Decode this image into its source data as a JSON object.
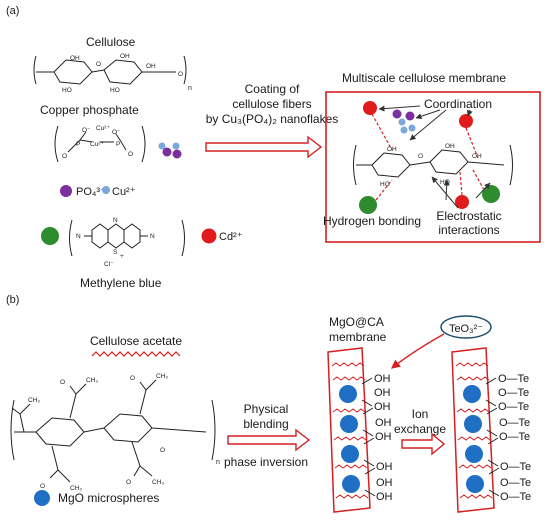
{
  "panel_a": {
    "label": "(a)",
    "cellulose_label": "Cellulose",
    "copper_phosphate_label": "Copper phosphate",
    "coating_line1": "Coating of",
    "coating_line2": "cellulose fibers",
    "coating_line3": "by Cu₃(PO₄)₂ nanoflakes",
    "membrane_title": "Multiscale cellulose membrane",
    "coordination_label": "Coordination",
    "hydrogen_bonding_label": "Hydrogen bonding",
    "electrostatic_line1": "Electrostatic",
    "electrostatic_line2": "interactions",
    "po4_label": "PO₄³⁻",
    "cu_label": "Cu²⁺",
    "cd_label": "Cd²⁺",
    "methylene_blue_label": "Methylene blue",
    "n_subscript": "n",
    "chloride_label": "Cl⁻",
    "cu_ion_label": "Cu²⁺",
    "phosphate_o_label": "O⁻",
    "phosphate_p_label": "P",
    "phosphate_double_o": "O",
    "colors": {
      "po4": "#7b2fa0",
      "cu": "#7aa7dc",
      "cd": "#e01b1b",
      "methylene": "#2e8b2e"
    }
  },
  "panel_b": {
    "label": "(b)",
    "cellulose_acetate_label": "Cellulose acetate",
    "physical_line1": "Physical",
    "physical_line2": "blending",
    "phase_inversion_label": "phase inversion",
    "mgo_microspheres_label": "MgO microspheres",
    "mgo_ca_line1": "MgO@CA",
    "mgo_ca_line2": "membrane",
    "teo3_label": "TeO₃²⁻",
    "ion_exchange_line1": "Ion",
    "ion_exchange_line2": "exchange",
    "oh_label": "OH",
    "ote_label": "O—Te",
    "n_subscript": "n",
    "ch3_label": "CH₃",
    "o_label": "O",
    "colors": {
      "mgo": "#1f6fc4",
      "accent_red": "#d42020"
    }
  }
}
